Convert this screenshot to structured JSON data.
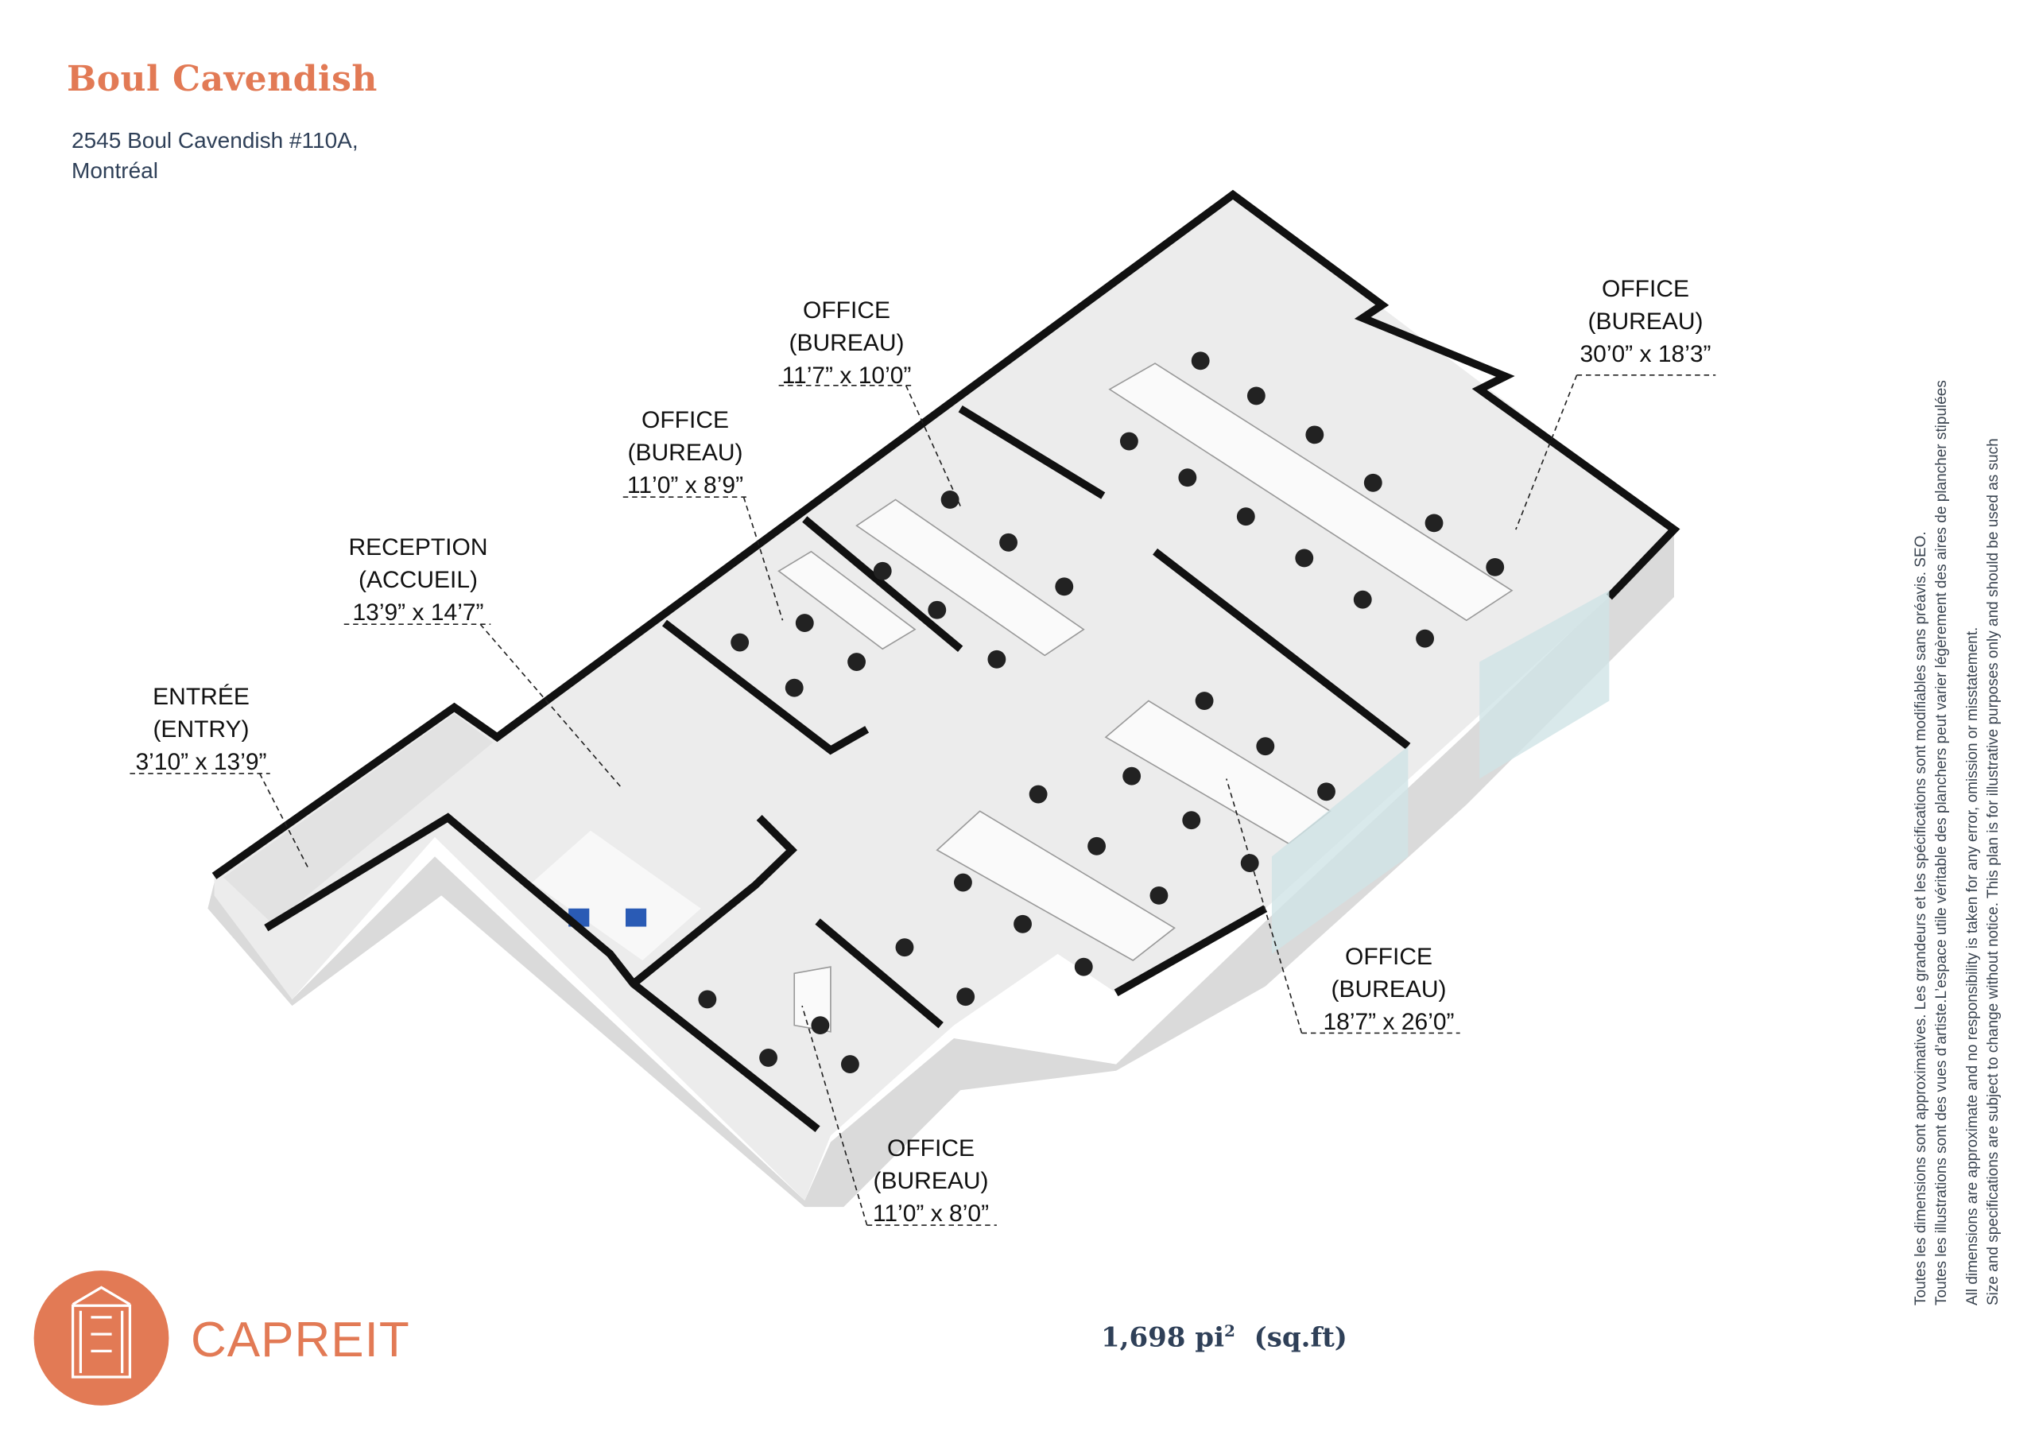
{
  "header": {
    "title": "Boul Cavendish",
    "address_line1": "2545 Boul Cavendish #110A,",
    "address_line2": "Montréal"
  },
  "rooms": [
    {
      "name": "OFFICE",
      "name_fr": "(BUREAU)",
      "size": "11’7” x 10’0”"
    },
    {
      "name": "OFFICE",
      "name_fr": "(BUREAU)",
      "size": "30’0” x 18’3”"
    },
    {
      "name": "OFFICE",
      "name_fr": "(BUREAU)",
      "size": "11’0” x 8’9”"
    },
    {
      "name": "RECEPTION",
      "name_fr": "(ACCUEIL)",
      "size": "13’9” x 14’7”"
    },
    {
      "name": "ENTRÉE",
      "name_fr": "(ENTRY)",
      "size": "3’10” x 13’9”"
    },
    {
      "name": "OFFICE",
      "name_fr": "(BUREAU)",
      "size": "18’7” x 26’0”"
    },
    {
      "name": "OFFICE",
      "name_fr": "(BUREAU)",
      "size": "11’0” x 8’0”"
    }
  ],
  "footer": {
    "brand": "CAPREIT",
    "area_value": "1,698 pi",
    "area_sup": "2",
    "area_unit": "(sq.ft)"
  },
  "disclaimer": [
    "Toutes les dimensions sont approximatives. Les grandeurs et les spécifications sont modifiables sans préavis. SEO.",
    "Toutes les illustrations sont des vues d’artiste.L’espace utile véritable des planchers peut varier légèrement des aires de plancher stipulées",
    "All dimensions are approximate and no responsibility is taken for any error, omission or misstatement.",
    "Size and specifications are subject to change without notice.  This plan is for illustrative purposes only and should be used as such"
  ],
  "colors": {
    "accent": "#e27a55",
    "text_dark": "#2f4058",
    "wall": "#111111",
    "floor": "#ececec"
  }
}
